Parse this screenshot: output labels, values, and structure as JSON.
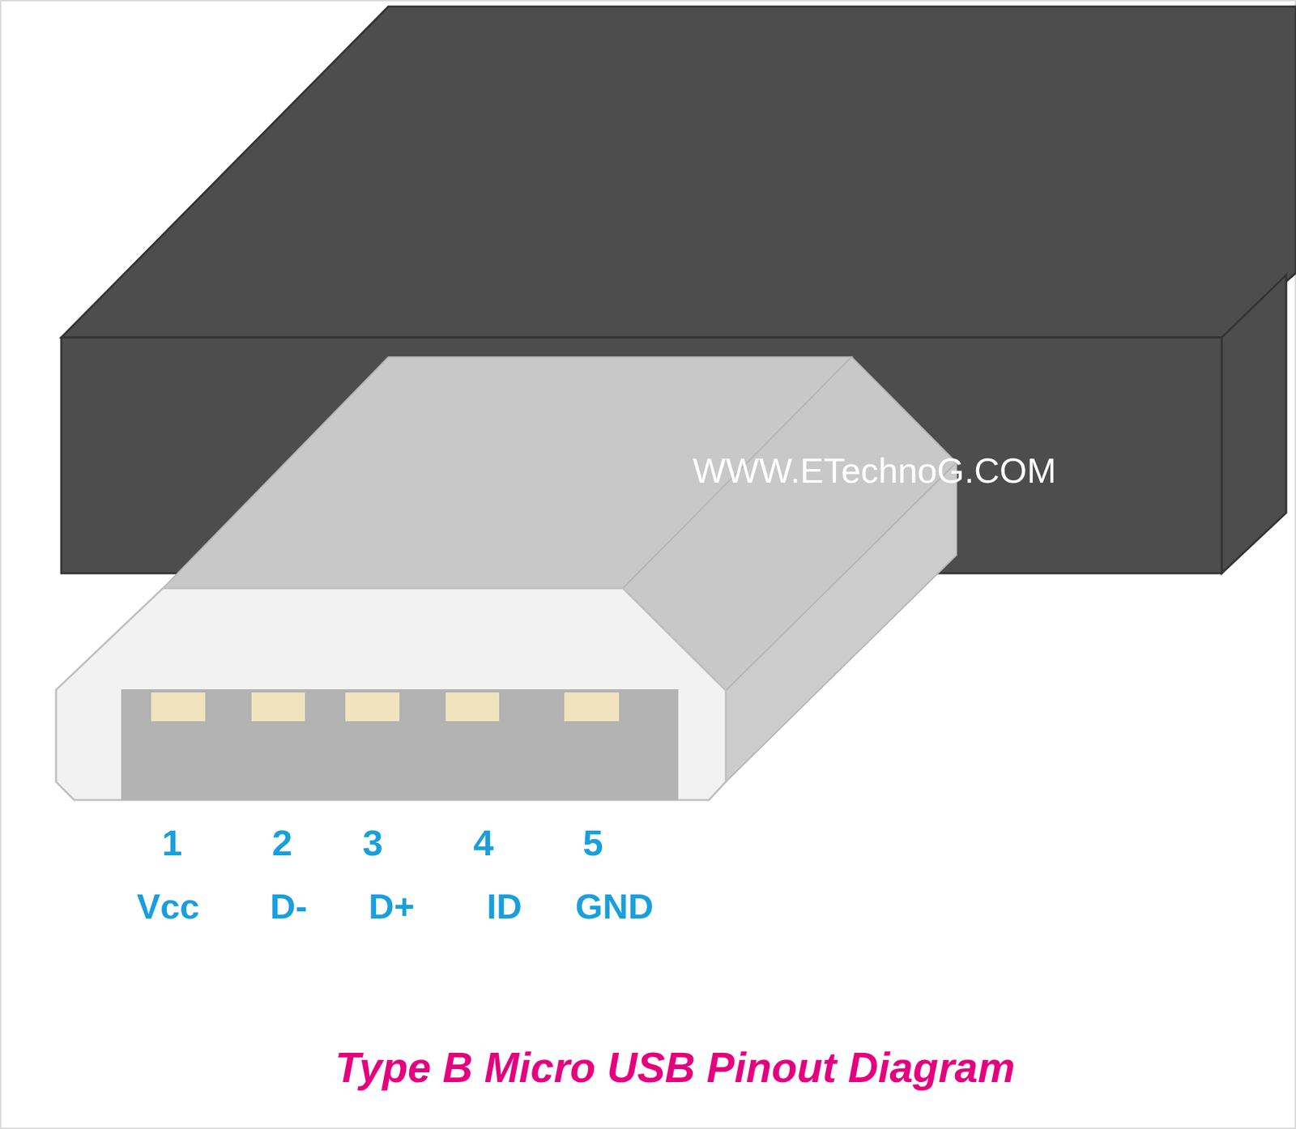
{
  "diagram": {
    "title": "Type B Micro USB Pinout Diagram",
    "labels": [
      "WWW.ETechnoG.COM",
      "1",
      "2",
      "3",
      "4",
      "5",
      "Vcc",
      "D-",
      "D+",
      "ID",
      "GND"
    ]
  }
}
